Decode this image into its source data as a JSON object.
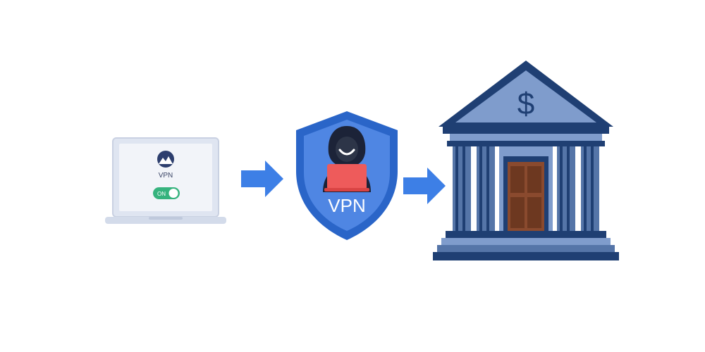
{
  "laptop": {
    "app_label": "VPN",
    "toggle_label": "ON"
  },
  "shield": {
    "label": "VPN"
  },
  "bank": {
    "symbol": "$"
  },
  "colors": {
    "background": "#ffffff",
    "laptop_body": "#dfe5f1",
    "laptop_screen": "#f2f4f9",
    "toggle_on": "#36b37e",
    "arrow": "#3d7fe6",
    "shield_outer": "#2a65c8",
    "shield_inner": "#4f86e3",
    "hacker_laptop": "#ee5b5b",
    "bank_roof": "#7f9ccc",
    "bank_dark": "#1f3f73",
    "bank_column": "#5575a8",
    "bank_door": "#8a4a2e"
  }
}
